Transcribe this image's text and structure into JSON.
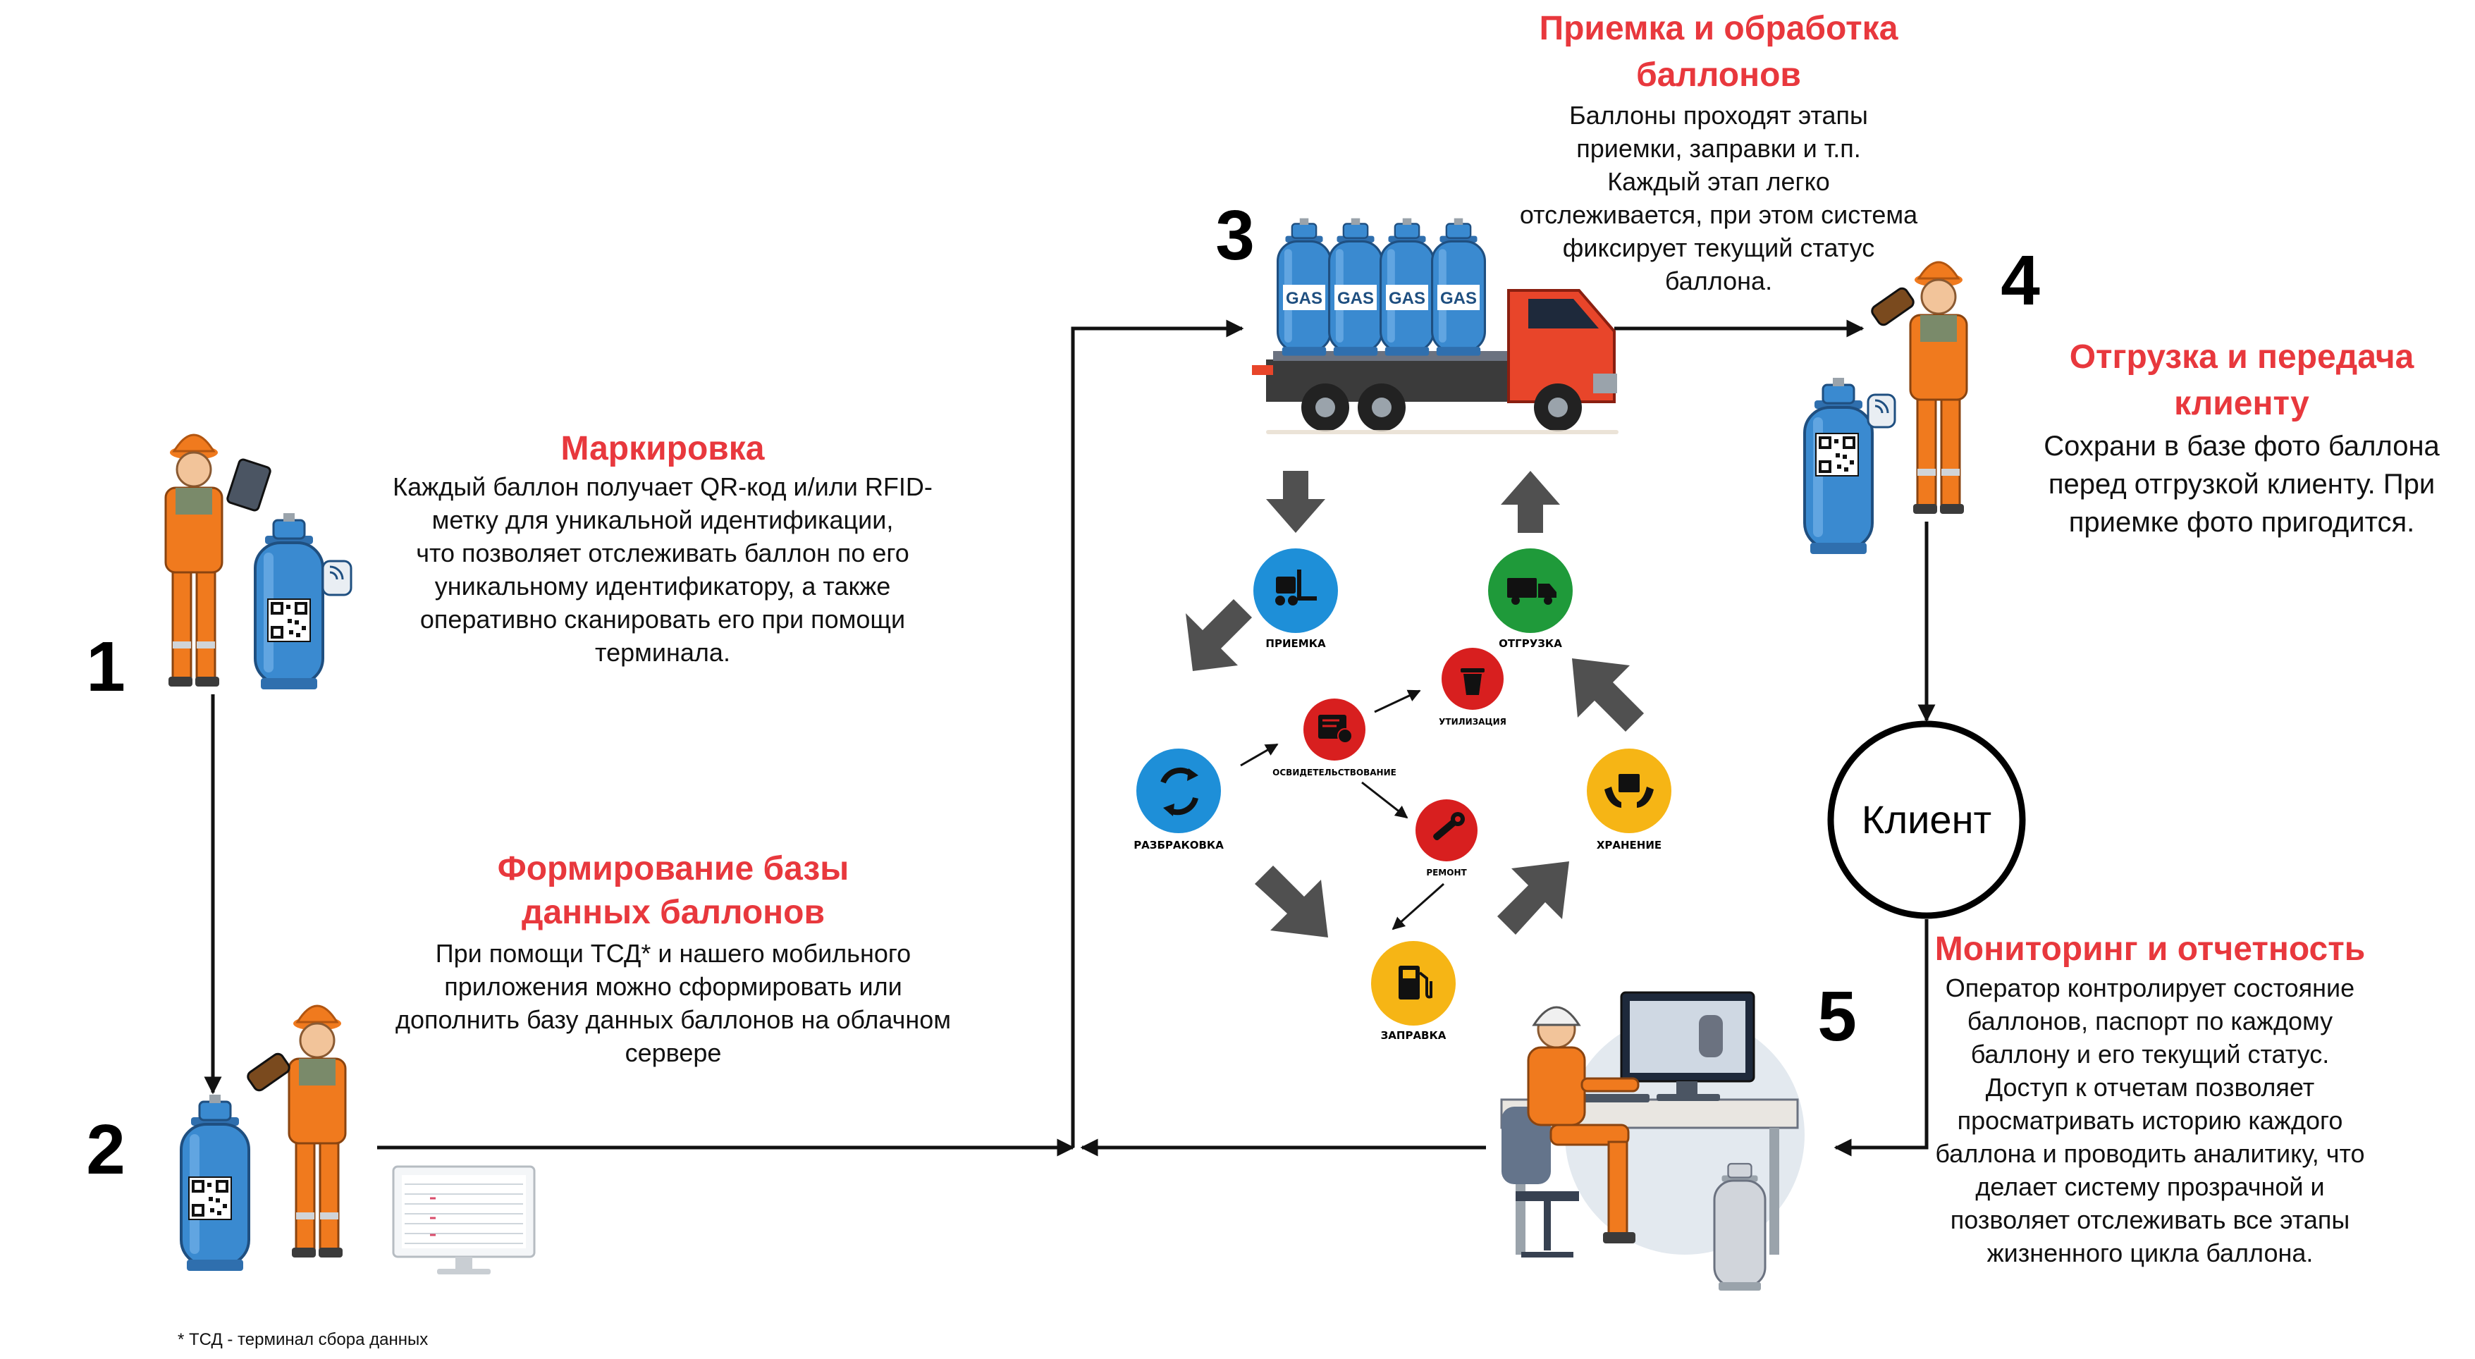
{
  "steps": {
    "s1": {
      "number": "1",
      "title": "Маркировка",
      "lines": [
        "Каждый баллон получает QR-код и/или RFID-",
        "метку для уникальной идентификации,",
        "что позволяет отслеживать баллон по его",
        "уникальному идентификатору, а также",
        "оперативно сканировать его при помощи",
        "терминала."
      ]
    },
    "s2": {
      "number": "2",
      "title_lines": [
        "Формирование базы",
        "данных баллонов"
      ],
      "lines": [
        "При помощи ТСД* и нашего мобильного",
        "приложения можно сформировать или",
        "дополнить базу данных баллонов на облачном",
        "сервере"
      ]
    },
    "s3": {
      "number": "3",
      "title_lines": [
        "Приемка и обработка",
        "баллонов"
      ],
      "lines": [
        "Баллоны проходят этапы",
        "приемки, заправки и т.п.",
        "Каждый этап легко",
        "отслеживается, при этом система",
        "фиксирует текущий статус",
        "баллона."
      ]
    },
    "s4": {
      "number": "4",
      "title_lines": [
        "Отгрузка и передача",
        "клиенту"
      ],
      "lines": [
        "Сохрани в базе фото баллона",
        "перед отгрузкой клиенту. При",
        "приемке фото пригодится."
      ]
    },
    "s5": {
      "number": "5",
      "title": "Мониторинг и отчетность",
      "lines": [
        "Оператор контролирует состояние",
        "баллонов, паспорт по каждому",
        "баллону и его текущий статус.",
        "Доступ к отчетам позволяет",
        "просматривать историю каждого",
        "баллона и проводить аналитику, что",
        "делает систему прозрачной и",
        "позволяет отслеживать все этапы",
        "жизненного цикла баллона."
      ]
    }
  },
  "client": "Клиент",
  "cylinder_label": "GAS",
  "cycle": {
    "priemka": "ПРИЕМКА",
    "otgruzka": "ОТГРУЗКА",
    "razbrakovka": "РАЗБРАКОВКА",
    "osvid": "ОСВИДЕТЕЛЬСТВОВАНИЕ",
    "utilizaciya": "УТИЛИЗАЦИЯ",
    "remont": "РЕМОНТ",
    "hranenie": "ХРАНЕНИЕ",
    "zapravka": "ЗАПРАВКА"
  },
  "footnote": "* ТСД - терминал сбора данных",
  "colors": {
    "accent_red": "#e8383d",
    "cylinder_blue": "#3a8ad0",
    "worker_orange": "#f07a1e",
    "truck_red": "#e8452a",
    "cycle_blue": "#1e8fd8",
    "cycle_green": "#1f9a3a",
    "cycle_red": "#d81f1f",
    "cycle_yellow": "#f6b515",
    "arrow_gray": "#505050"
  },
  "icons": [
    "worker-icon",
    "cylinder-icon",
    "truck-icon",
    "computer-operator-icon",
    "qr-code-icon",
    "rfid-icon",
    "monitor-icon",
    "forklift-icon",
    "delivery-truck-icon",
    "recycle-icon",
    "certificate-icon",
    "trash-icon",
    "wrench-icon",
    "storage-icon",
    "fuel-pump-icon"
  ]
}
